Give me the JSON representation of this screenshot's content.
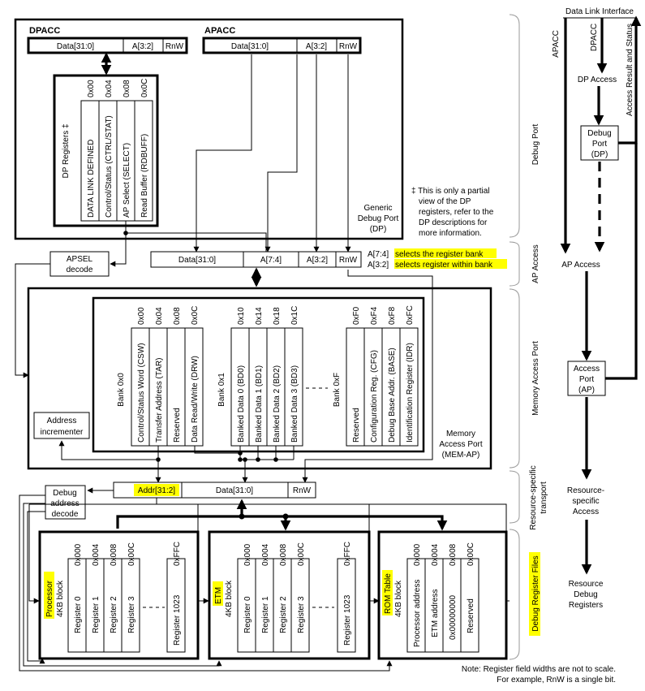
{
  "dp": {
    "dpacc_title": "DPACC",
    "apacc_title": "APACC",
    "dpacc_fields": [
      "Data[31:0]",
      "A[3:2]",
      "RnW"
    ],
    "apacc_fields": [
      "Data[31:0]",
      "A[3:2]",
      "RnW"
    ],
    "regs_label": "DP Registers ‡",
    "regs": [
      {
        "addr": "0x00",
        "name": "DATA LINK DEFINED"
      },
      {
        "addr": "0x04",
        "name": "Control/Status (CTRL/STAT)"
      },
      {
        "addr": "0x08",
        "name": "AP Select (SELECT)"
      },
      {
        "addr": "0x0C",
        "name": "Read Buffer (RDBUFF)"
      }
    ],
    "generic_label": [
      "Generic",
      "Debug Port",
      "(DP)"
    ],
    "footnote": [
      "‡ This is only a partial",
      "view of the DP",
      "registers, refer to the",
      "DP descriptions for",
      "more information."
    ]
  },
  "apsel": [
    "APSEL",
    "decode"
  ],
  "ap_bus": {
    "fields": [
      "Data[31:0]",
      "A[7:4]",
      "A[3:2]",
      "RnW"
    ],
    "note1_prefix": "A[7:4]",
    "note1_hl": "selects the register bank",
    "note2_prefix": "A[3:2]",
    "note2_hl": "selects register within bank"
  },
  "memap": {
    "bank0": {
      "label": "Bank 0x0",
      "regs": [
        {
          "addr": "0x00",
          "name": "Control/Status Word (CSW)"
        },
        {
          "addr": "0x04",
          "name": "Transfer Address (TAR)"
        },
        {
          "addr": "0x08",
          "name": "Reserved"
        },
        {
          "addr": "0x0C",
          "name": "Data Read/Write (DRW)"
        }
      ]
    },
    "bank1": {
      "label": "Bank 0x1",
      "regs": [
        {
          "addr": "0x10",
          "name": "Banked Data 0 (BD0)"
        },
        {
          "addr": "0x14",
          "name": "Banked Data 1 (BD1)"
        },
        {
          "addr": "0x18",
          "name": "Banked Data 2 (BD2)"
        },
        {
          "addr": "0x1C",
          "name": "Banked Data 3 (BD3)"
        }
      ]
    },
    "bankF": {
      "label": "Bank 0xF",
      "regs": [
        {
          "addr": "0xF0",
          "name": "Reserved"
        },
        {
          "addr": "0xF4",
          "name": "Configuration Reg. (CFG)"
        },
        {
          "addr": "0xF8",
          "name": "Debug Base Addr. (BASE)"
        },
        {
          "addr": "0xFC",
          "name": "Identification Register (IDR)"
        }
      ]
    },
    "incrementer": [
      "Address",
      "incrementer"
    ],
    "label": [
      "Memory",
      "Access Port",
      "(MEM-AP)"
    ]
  },
  "transport": {
    "fields": [
      "Addr[31:2]",
      "Data[31:0]",
      "RnW"
    ],
    "decode": [
      "Debug",
      "address",
      "decode"
    ]
  },
  "blocks": {
    "processor": {
      "title": "Processor",
      "subtitle": "4KB block",
      "addrs": [
        "0x000",
        "0x004",
        "0x008",
        "0x00C",
        "0xFFC"
      ],
      "regs": [
        "Register 0",
        "Register 1",
        "Register 2",
        "Register 3",
        "Register 1023"
      ]
    },
    "etm": {
      "title": "ETM",
      "subtitle": "4KB block",
      "addrs": [
        "0x000",
        "0x004",
        "0x008",
        "0x00C",
        "0xFFC"
      ],
      "regs": [
        "Register 0",
        "Register 1",
        "Register 2",
        "Register 3",
        "Register 1023"
      ]
    },
    "rom": {
      "title": "ROM Table",
      "subtitle": "4KB block",
      "addrs": [
        "0x000",
        "0x004",
        "0x008",
        "0x00C"
      ],
      "regs": [
        "Processor address",
        "ETM address",
        "0x00000000",
        "Reserved"
      ]
    }
  },
  "sections": {
    "debug_port": "Debug Port",
    "ap_access": "AP Access",
    "mem_ap": "Memory Access Port",
    "transport": [
      "Resource-specific",
      "transport"
    ],
    "reg_files": "Debug Register Files"
  },
  "flow": {
    "title": "Data Link Interface",
    "apacc": "APACC",
    "dpacc": "DPACC",
    "access_result": "Access Result and Status",
    "dp_access": "DP Access",
    "debug_port": [
      "Debug",
      "Port",
      "(DP)"
    ],
    "ap_access": "AP Access",
    "access_port": [
      "Access",
      "Port",
      "(AP)"
    ],
    "resource": [
      "Resource-",
      "specific",
      "Access"
    ],
    "resource_regs": [
      "Resource",
      "Debug",
      "Registers"
    ]
  },
  "note": [
    "Note: Register field widths are not to scale.",
    "For example, RnW is a single bit."
  ],
  "colors": {
    "highlight": "#ffff00",
    "line": "#000000",
    "bracket": "#9a9a9a"
  }
}
